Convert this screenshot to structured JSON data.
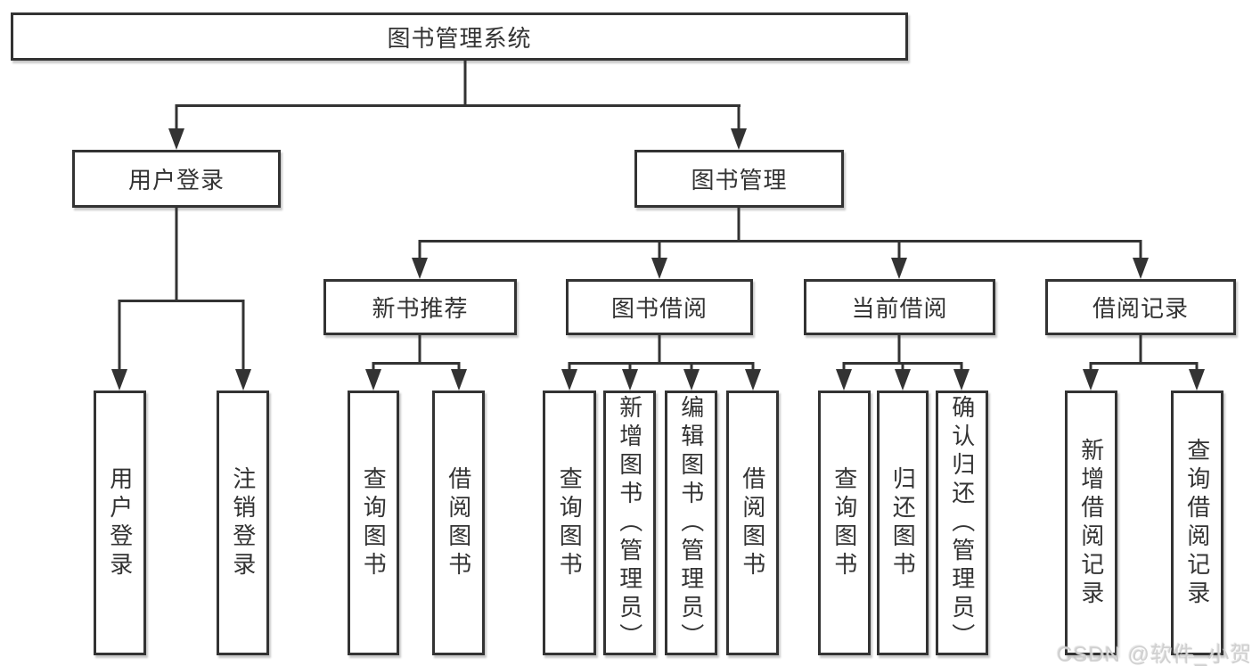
{
  "diagram": {
    "root": "图书管理系统",
    "branches": [
      {
        "label": "用户登录",
        "children": [
          "用户登录",
          "注销登录"
        ]
      },
      {
        "label": "图书管理",
        "groups": [
          {
            "label": "新书推荐",
            "children": [
              "查询图书",
              "借阅图书"
            ]
          },
          {
            "label": "图书借阅",
            "children": [
              "查询图书",
              "新增图书（管理员）",
              "编辑图书（管理员）",
              "借阅图书"
            ]
          },
          {
            "label": "当前借阅",
            "children": [
              "查询图书",
              "归还图书",
              "确认归还（管理员）"
            ]
          },
          {
            "label": "借阅记录",
            "children": [
              "新增借阅记录",
              "查询借阅记录"
            ]
          }
        ]
      }
    ]
  },
  "watermark": "CSDN @软件_小贺同学",
  "colors": {
    "line": "#333333",
    "text": "#333333",
    "background": "#ffffff",
    "watermark": "#d0d0d0"
  }
}
